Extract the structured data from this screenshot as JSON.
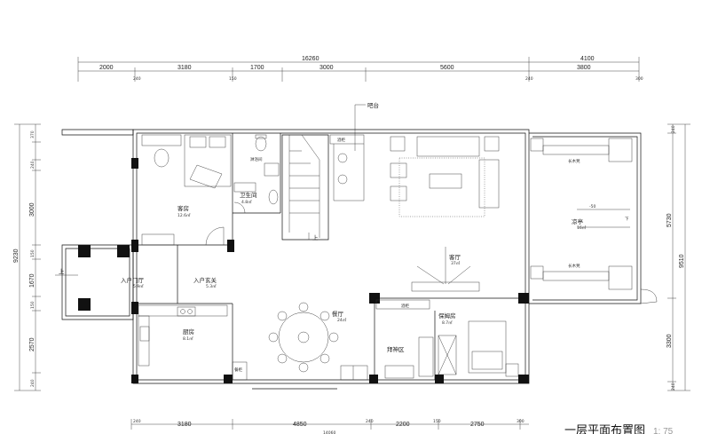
{
  "dimensions": {
    "top_total": "16260",
    "top_right": "4100",
    "top_row": [
      "2000",
      "3180",
      "1700",
      "3000",
      "5600",
      "3800"
    ],
    "top_small": [
      "240",
      "150",
      "240",
      "300"
    ],
    "left_total": "9230",
    "left_col": [
      "370",
      "240",
      "3000",
      "150",
      "1670",
      "150",
      "2570",
      "240"
    ],
    "right_total": "9510",
    "right_col": [
      "5730",
      "3300"
    ],
    "right_small": [
      "240",
      "240"
    ],
    "bottom_row": [
      "3180",
      "4850",
      "2200",
      "2750"
    ],
    "bottom_small": [
      "240",
      "240",
      "150",
      "300"
    ],
    "bottom_total": "14060"
  },
  "rooms": {
    "balcony": "吧台",
    "wine_cabinet": "酒柜",
    "shower": "淋浴间",
    "bathroom": "卫生间",
    "bathroom_area": "4.8㎡",
    "guest_room": "客房",
    "guest_area": "12.6㎡",
    "living": "客厅",
    "living_area": "37㎡",
    "pavilion": "凉亭",
    "pavilion_area": "16㎡",
    "long_bench_top": "长木凳",
    "long_bench_bottom": "长木凳",
    "entry_garden": "入户门厅",
    "entry_garden_area": "5.9㎡",
    "foyer": "入户玄关",
    "foyer_area": "5.3㎡",
    "dining": "餐厅",
    "dining_area": "24㎡",
    "kitchen": "厨房",
    "kitchen_area": "8.1㎡",
    "nanny": "保姆房",
    "nanny_area": "8.7㎡",
    "shrine": "拜神区",
    "shelf": "酒柜",
    "small_label": "餐柜",
    "up_stairs": "上",
    "up_left": "上",
    "level_mark": "-50",
    "down_mark": "下"
  },
  "plan_title": "一层平面布置图",
  "plan_scale": "1: 75"
}
